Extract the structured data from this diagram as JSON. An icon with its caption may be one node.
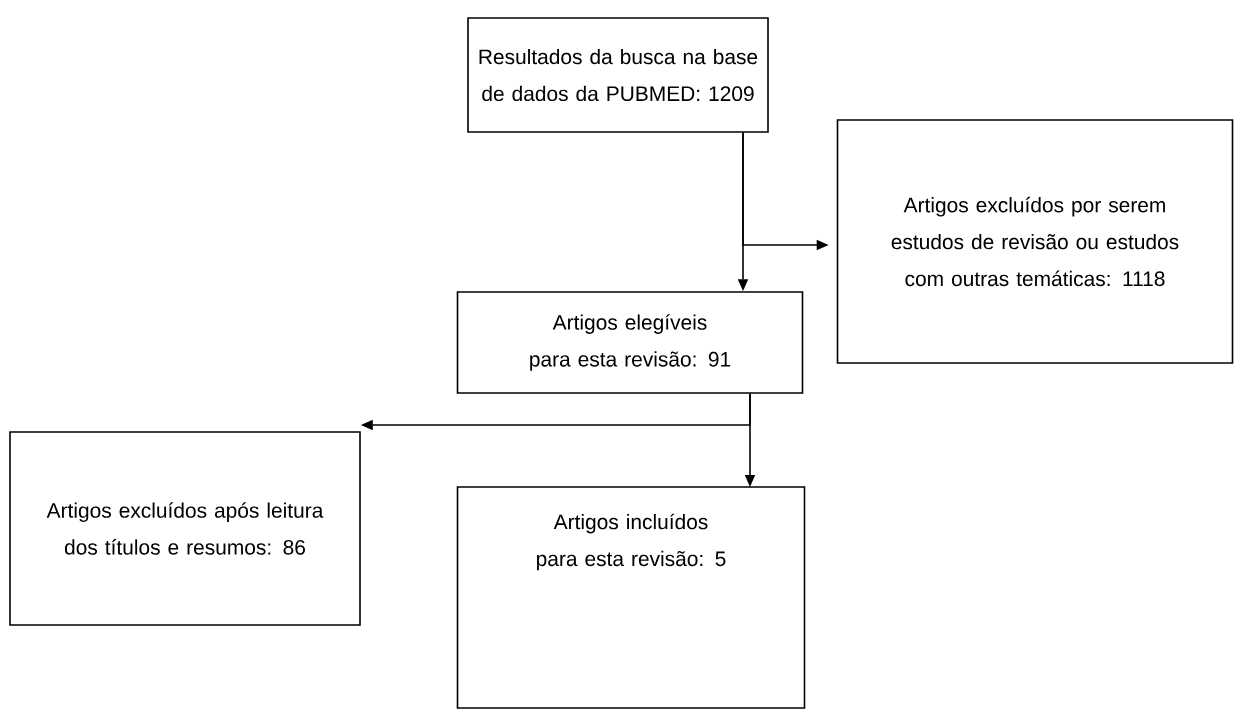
{
  "diagram": {
    "nodes": [
      {
        "text": [
          "Resultados da busca na base de dados da PUBMED: 1209"
        ]
      },
      {
        "text": [
          "Artigos excluídos por serem estudos de revisão ou estudos com outras temáticas: 1118"
        ]
      },
      {
        "text": [
          "Artigos elegíveis para esta revisão: 91"
        ]
      },
      {
        "text": [
          "Artigos excluídos após leitura dos títulos e resumos: 86"
        ]
      },
      {
        "text": [
          "Artigos incluídos para esta revisão: 5"
        ]
      }
    ],
    "edges": [
      {
        "from": 0,
        "to": 2,
        "arrow": "to"
      },
      {
        "from": 0,
        "to": 1,
        "arrow": "to"
      },
      {
        "from": 2,
        "to": 4,
        "arrow": "to"
      },
      {
        "from": 2,
        "to": 3,
        "arrow": "to"
      }
    ]
  }
}
